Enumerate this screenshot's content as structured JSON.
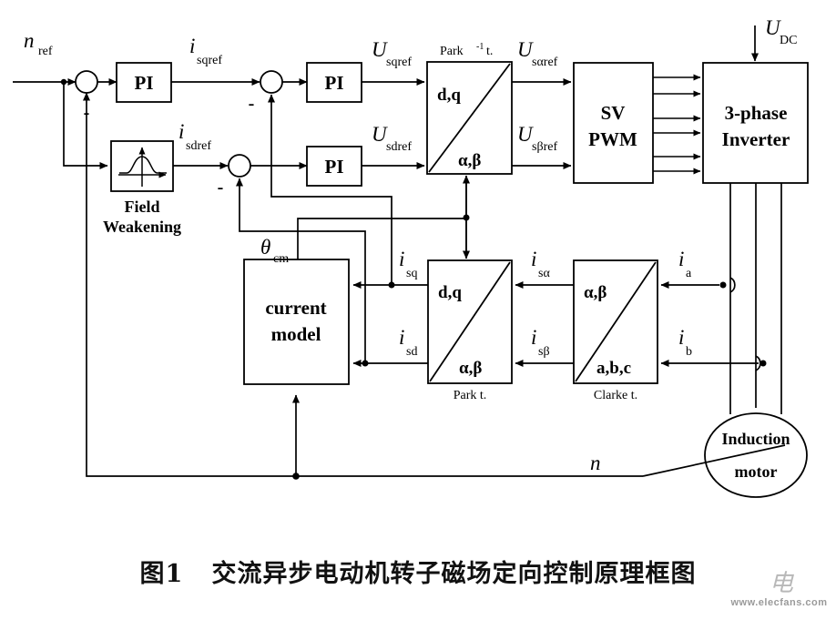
{
  "figure": {
    "caption": "图1   交流异步电动机转子磁场定向控制原理框图",
    "watermark_url": "www.elecfans.com",
    "watermark_mark": "电"
  },
  "blocks": {
    "pi_speed": "PI",
    "pi_q": "PI",
    "pi_d": "PI",
    "field_weakening_line1": "Field",
    "field_weakening_line2": "Weakening",
    "park_inv_title": "Park",
    "park_inv_sup": "-1",
    "park_inv_suffix": "t.",
    "park_inv_in": "d,q",
    "park_inv_out": "α,β",
    "svpwm_line1": "SV",
    "svpwm_line2": "PWM",
    "inverter_line1": "3-phase",
    "inverter_line2": "Inverter",
    "current_model_line1": "current",
    "current_model_line2": "model",
    "park_title": "Park t.",
    "park_in": "d,q",
    "park_out": "α,β",
    "clarke_title": "Clarke t.",
    "clarke_in": "α,β",
    "clarke_out": "a,b,c",
    "motor_line1": "Induction",
    "motor_line2": "motor"
  },
  "signals": {
    "n_ref_base": "n",
    "n_ref_sub": "ref",
    "i_sqref_base": "i",
    "i_sqref_sub": "sqref",
    "i_sdref_base": "i",
    "i_sdref_sub": "sdref",
    "u_sqref_base": "U",
    "u_sqref_sub": "sqref",
    "u_sdref_base": "U",
    "u_sdref_sub": "sdref",
    "u_saref_base": "U",
    "u_saref_sub": "sαref",
    "u_sbref_base": "U",
    "u_sbref_sub": "sβref",
    "u_dc_base": "U",
    "u_dc_sub": "DC",
    "theta_cm_base": "θ",
    "theta_cm_sub": "cm",
    "i_sq_base": "i",
    "i_sq_sub": "sq",
    "i_sd_base": "i",
    "i_sd_sub": "sd",
    "i_salpha_base": "i",
    "i_salpha_sub": "sα",
    "i_sbeta_base": "i",
    "i_sbeta_sub": "sβ",
    "i_a_base": "i",
    "i_a_sub": "a",
    "i_b_base": "i",
    "i_b_sub": "b",
    "n_feedback": "n",
    "minus_1": "-",
    "minus_2": "-",
    "minus_3": "-"
  },
  "colors": {
    "ink": "#000000",
    "paper": "#ffffff",
    "watermark": "#9a9a9a"
  }
}
